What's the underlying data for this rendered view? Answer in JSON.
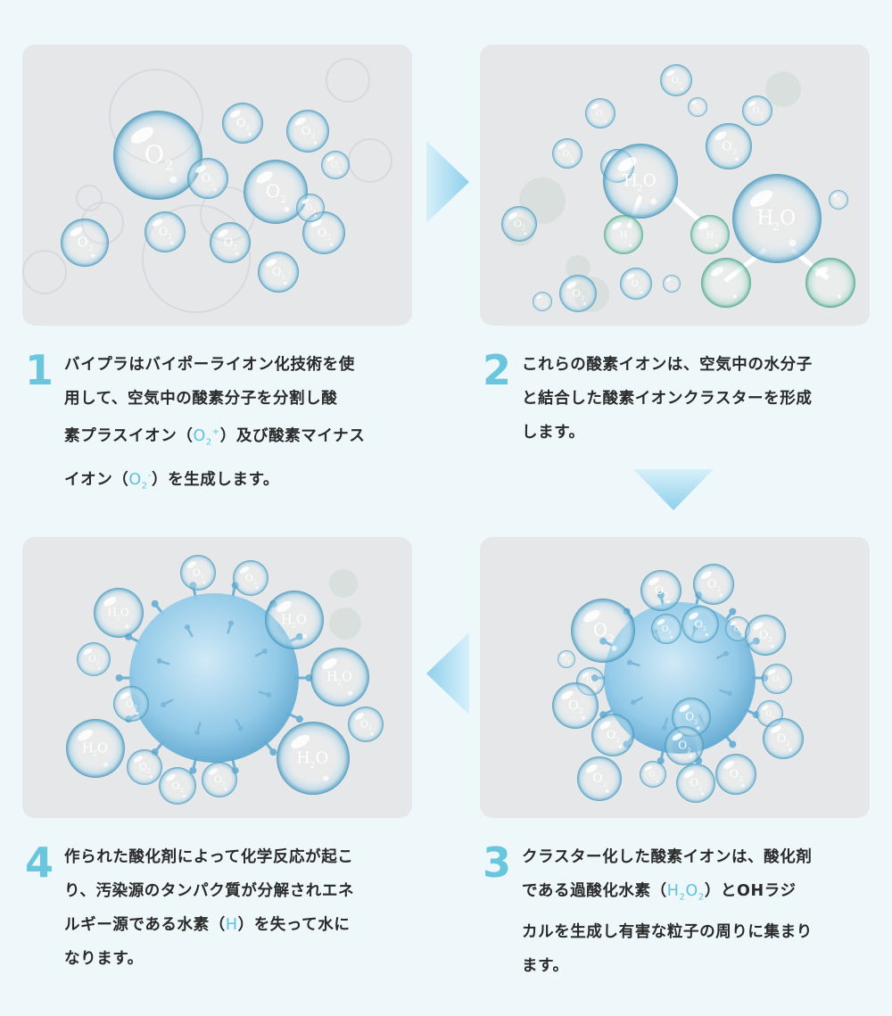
{
  "steps": [
    {
      "number": "1",
      "lines": [
        "バイプラはバイポーライオン化技術を使",
        "用して、空気中の酸素分子を分割し酸",
        "素プラスイオン（",
        "）及び酸素マイナス",
        "イオン（",
        "）を生成します。"
      ],
      "o2_plus": {
        "base": "O",
        "sub": "2",
        "sup": "+"
      },
      "o2_minus": {
        "base": "O",
        "sub": "2",
        "sup": "-"
      }
    },
    {
      "number": "2",
      "lines": [
        "これらの酸素イオンは、空気中の水分子",
        "と結合した酸素イオンクラスターを形成",
        "します。"
      ]
    },
    {
      "number": "3",
      "lines": [
        "クラスター化した酸素イオンは、酸化剤",
        "である過酸化水素（",
        "）とOHラジ",
        "カルを生成し有害な粒子の周りに集まり",
        "ます。"
      ],
      "h2o2": {
        "h": "H",
        "sub1": "2",
        "o": "O",
        "sub2": "2"
      }
    },
    {
      "number": "4",
      "lines": [
        "作られた酸化剤によって化学反応が起こ",
        "り、汚染源のタンパク質が分解されエネ",
        "ルギー源である水素（",
        "）を失って水に",
        "なります。"
      ],
      "hydrogen": "H"
    }
  ],
  "bubble_labels": {
    "o2": "O",
    "o2_sub": "2",
    "h2o_h": "H",
    "h2o_sub": "2",
    "h2o_o": "O",
    "h": "H"
  },
  "colors": {
    "accent": "#6ac6dc",
    "panel_bg": "#e6e7e8",
    "page_bg": "#eef8fb",
    "arrow": "#a9dcf0"
  }
}
